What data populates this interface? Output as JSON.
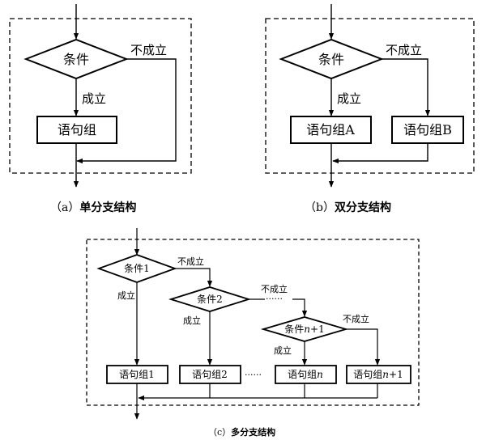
{
  "diagram_a": {
    "condition": "条件",
    "yes": "成立",
    "no": "不成立",
    "block": "语句组",
    "caption_prefix": "（a）",
    "caption_title": "单分支结构"
  },
  "diagram_b": {
    "condition": "条件",
    "yes": "成立",
    "no": "不成立",
    "block_yes": "语句组A",
    "block_no": "语句组B",
    "caption_prefix": "（b）",
    "caption_title": "双分支结构"
  },
  "diagram_c": {
    "cond1": "条件1",
    "cond2": "条件2",
    "condn_base": "条件",
    "condn_var": "n",
    "condn_suffix": "+1",
    "yes": "成立",
    "no": "不成立",
    "dots": "······",
    "block1": "语句组1",
    "block2": "语句组2",
    "blockn_base": "语句组",
    "blockn_var": "n",
    "blockn1_suffix": "+1",
    "caption_prefix": "（c）",
    "caption_title": "多分支结构"
  }
}
